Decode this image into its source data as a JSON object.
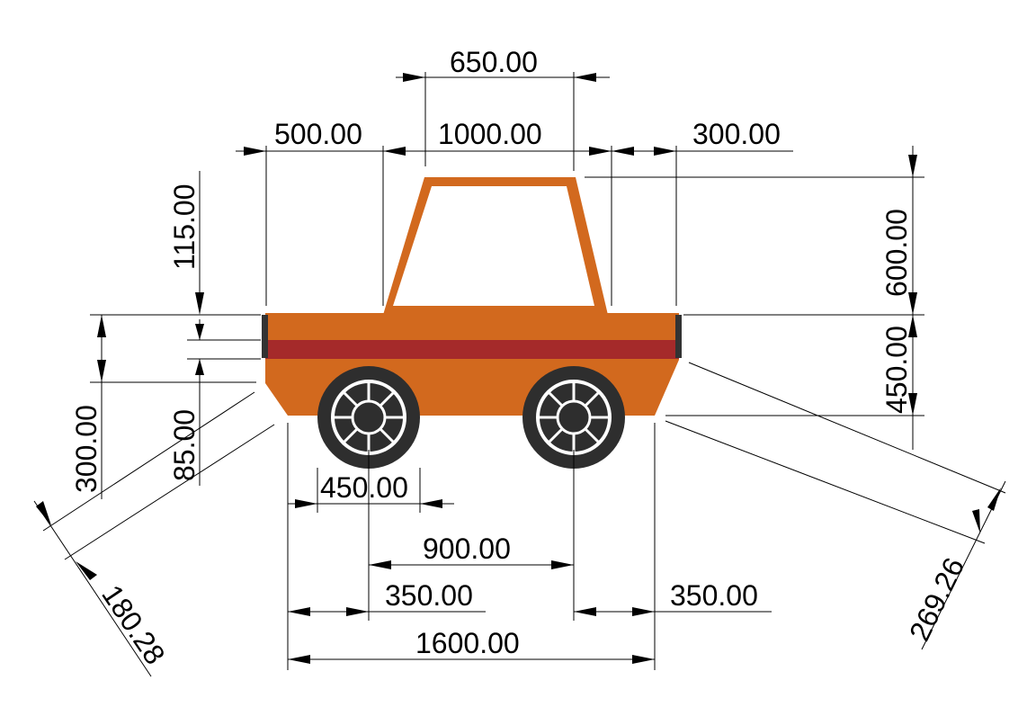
{
  "colors": {
    "body": "#D2691E",
    "stripe": "#A52A2A",
    "bumper": "#333333",
    "tire": "#2E2E2E",
    "rim": "#FFFFFF",
    "lines": "#000000"
  },
  "dimensions": {
    "cabin_top_width": "650.00",
    "front_overhang_to_cabin": "500.00",
    "cabin_base_width": "1000.00",
    "rear_gap": "300.00",
    "roof_offset": "115.00",
    "cabin_height": "600.00",
    "body_height": "450.00",
    "lower_body_height": "300.00",
    "stripe_offset": "85.00",
    "wheel_diameter": "450.00",
    "wheelbase": "900.00",
    "front_axle_offset": "350.00",
    "rear_axle_offset": "350.00",
    "ground_length": "1600.00",
    "front_chamfer": "180.28",
    "rear_chamfer": "269.26"
  }
}
